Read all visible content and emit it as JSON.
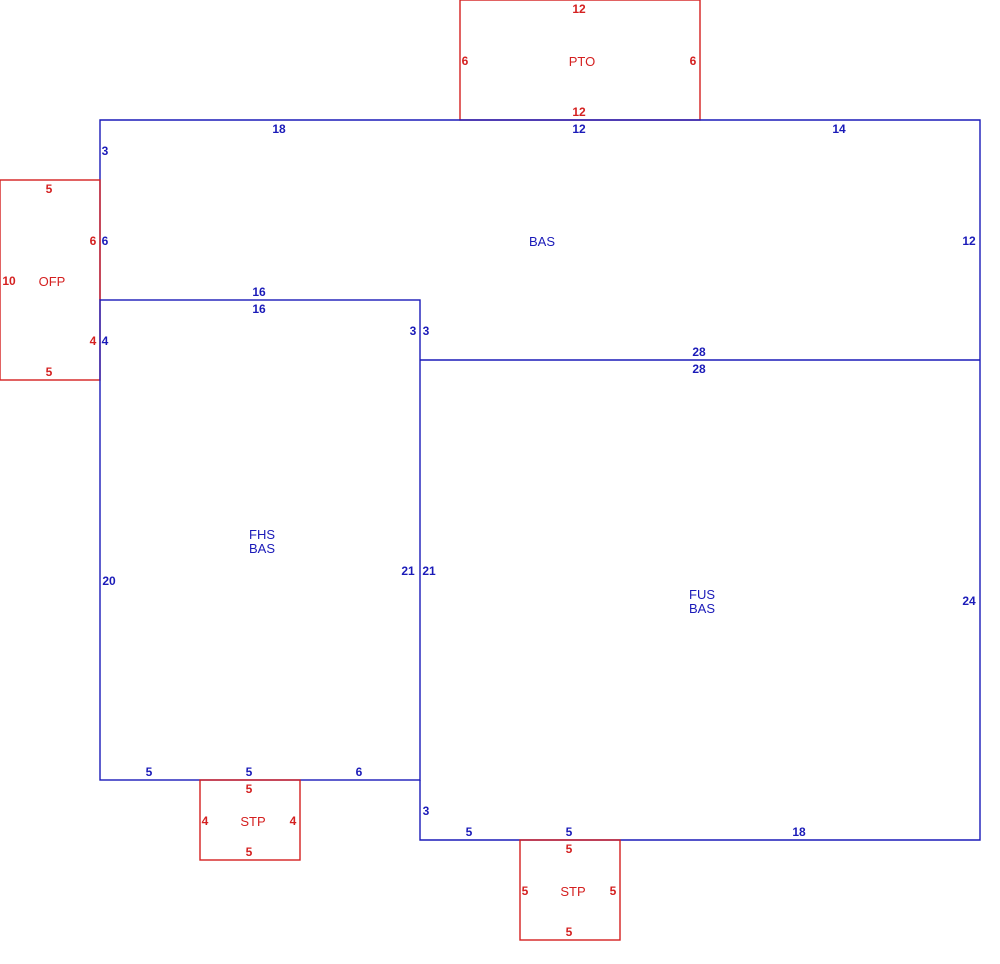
{
  "colors": {
    "living": "#1a1ab8",
    "exterior": "#d42020"
  },
  "areas": {
    "pto": {
      "name": "PTO",
      "top": "12",
      "bottom": "12",
      "left": "6",
      "right": "6"
    },
    "bas_main": {
      "name": "BAS",
      "top_left": "18",
      "top_mid": "12",
      "top_right": "14",
      "left_upper": "3",
      "left_mid": "6",
      "right": "12",
      "bottom": "28"
    },
    "ofp": {
      "name": "OFP",
      "top": "5",
      "bottom": "5",
      "left": "10",
      "right_upper": "6",
      "right_lower": "4"
    },
    "fhs": {
      "line1": "FHS",
      "line2": "BAS",
      "top_outer": "16",
      "top_inner": "16",
      "left_upper": "4",
      "left": "20",
      "right_top_inner": "3",
      "right_inner": "21",
      "bottom_left": "5",
      "bottom_mid": "5",
      "bottom_right": "6"
    },
    "fus": {
      "line1": "FUS",
      "line2": "BAS",
      "top": "28",
      "left_top": "3",
      "left": "21",
      "right": "24",
      "left_bottom": "3",
      "bottom_left": "5",
      "bottom_mid": "5",
      "bottom_right": "18"
    },
    "stp_left": {
      "name": "STP",
      "top": "5",
      "bottom": "5",
      "left": "4",
      "right": "4"
    },
    "stp_right": {
      "name": "STP",
      "top": "5",
      "bottom": "5",
      "left": "5",
      "right": "5"
    }
  }
}
